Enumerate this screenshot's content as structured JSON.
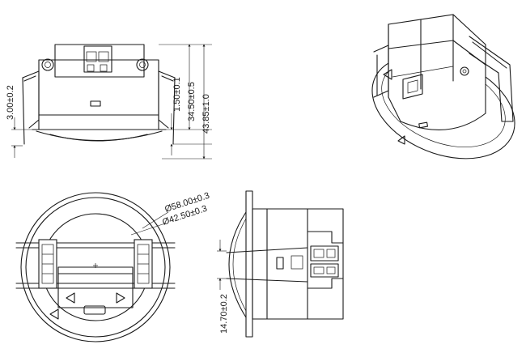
{
  "dimensions": {
    "flange_offset": "3.00±0.2",
    "clip_height": "1.50±0.1",
    "body_height": "34.50±0.5",
    "total_height": "43.85±1.0",
    "outer_diameter": "Ø58.00±0.3",
    "inner_diameter": "Ø42.50±0.3",
    "side_height": "14.70±0.2"
  }
}
